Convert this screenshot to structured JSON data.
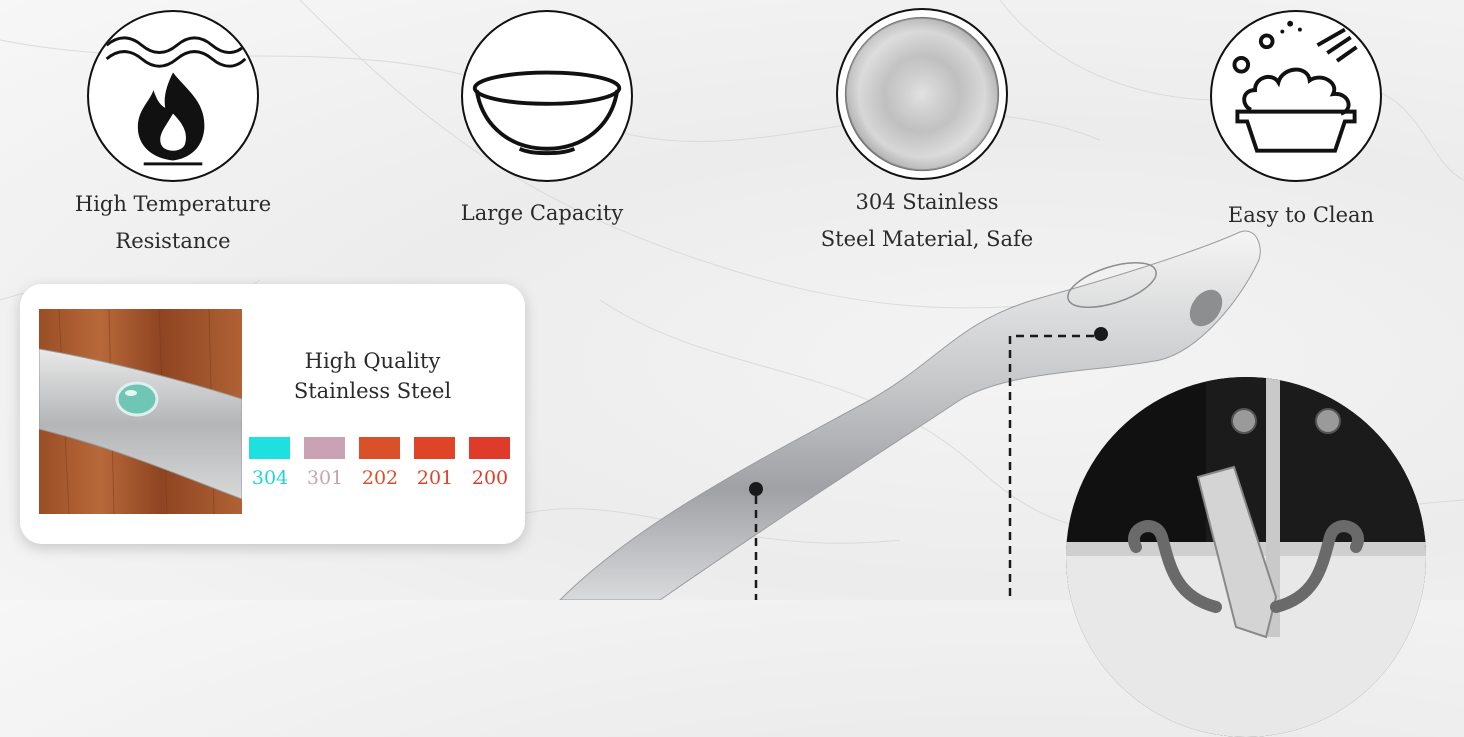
{
  "features": [
    {
      "label": "High Temperature\nResistance",
      "icon": "flame-icon"
    },
    {
      "label": "Large Capacity",
      "icon": "bowl-icon"
    },
    {
      "label": "304 Stainless\nSteel Material, Safe",
      "icon": "steel-disc-icon"
    },
    {
      "label": "Easy to Clean",
      "icon": "washing-basin-icon"
    }
  ],
  "quality_card": {
    "title": "High Quality\nStainless Steel",
    "grades": [
      {
        "label": "304",
        "color": "#1fe0e0"
      },
      {
        "label": "301",
        "color": "#c9a3b3"
      },
      {
        "label": "202",
        "color": "#d9502a"
      },
      {
        "label": "201",
        "color": "#e04428"
      },
      {
        "label": "200",
        "color": "#e03b2a"
      }
    ]
  },
  "colors": {
    "steel": "#c4c6c8",
    "icon_stroke": "#111111",
    "wood": "#a0552a"
  }
}
